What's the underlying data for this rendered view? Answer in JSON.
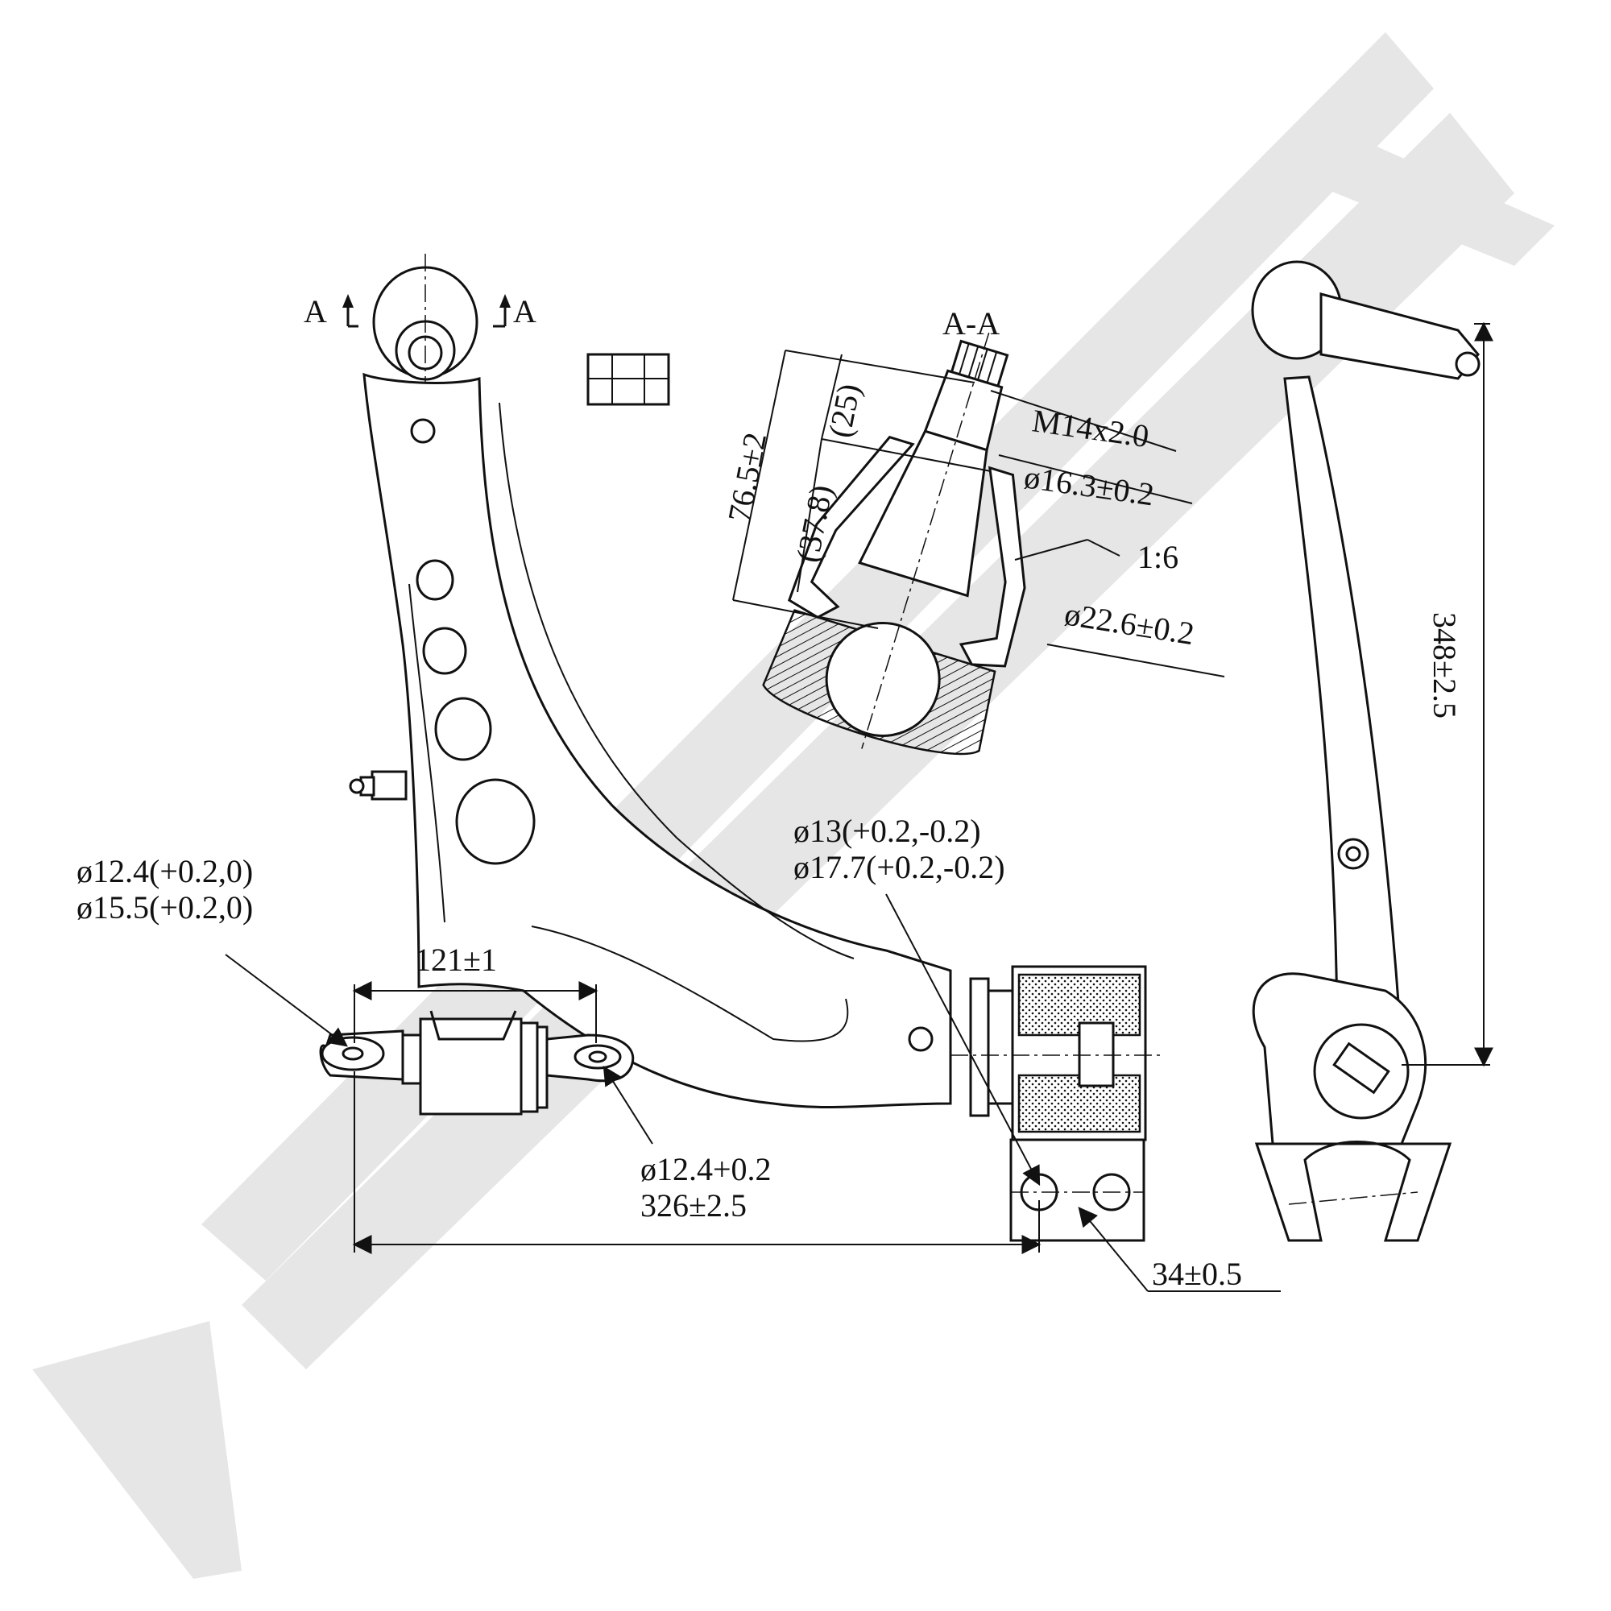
{
  "watermark": {
    "color": "#e6e6e6"
  },
  "labels": {
    "section_left": "A",
    "section_right": "A",
    "section_view": "A-A",
    "thread": "M14x2.0",
    "dia_16_3": "ø16.3±0.2",
    "taper": "1:6",
    "dia_22_6": "ø22.6±0.2",
    "len_76_5": "76.5±2",
    "len_25": "(25)",
    "len_37_8": "(37.8)",
    "height_348": "348±2.5",
    "bush_front_1": "ø12.4(+0.2,0)",
    "bush_front_2": "ø15.5(+0.2,0)",
    "width_121": "121±1",
    "bush_rear_1": "ø13(+0.2,-0.2)",
    "bush_rear_2": "ø17.7(+0.2,-0.2)",
    "hole_12_4": "ø12.4+0.2",
    "length_326": "326±2.5",
    "pitch_34": "34±0.5"
  }
}
